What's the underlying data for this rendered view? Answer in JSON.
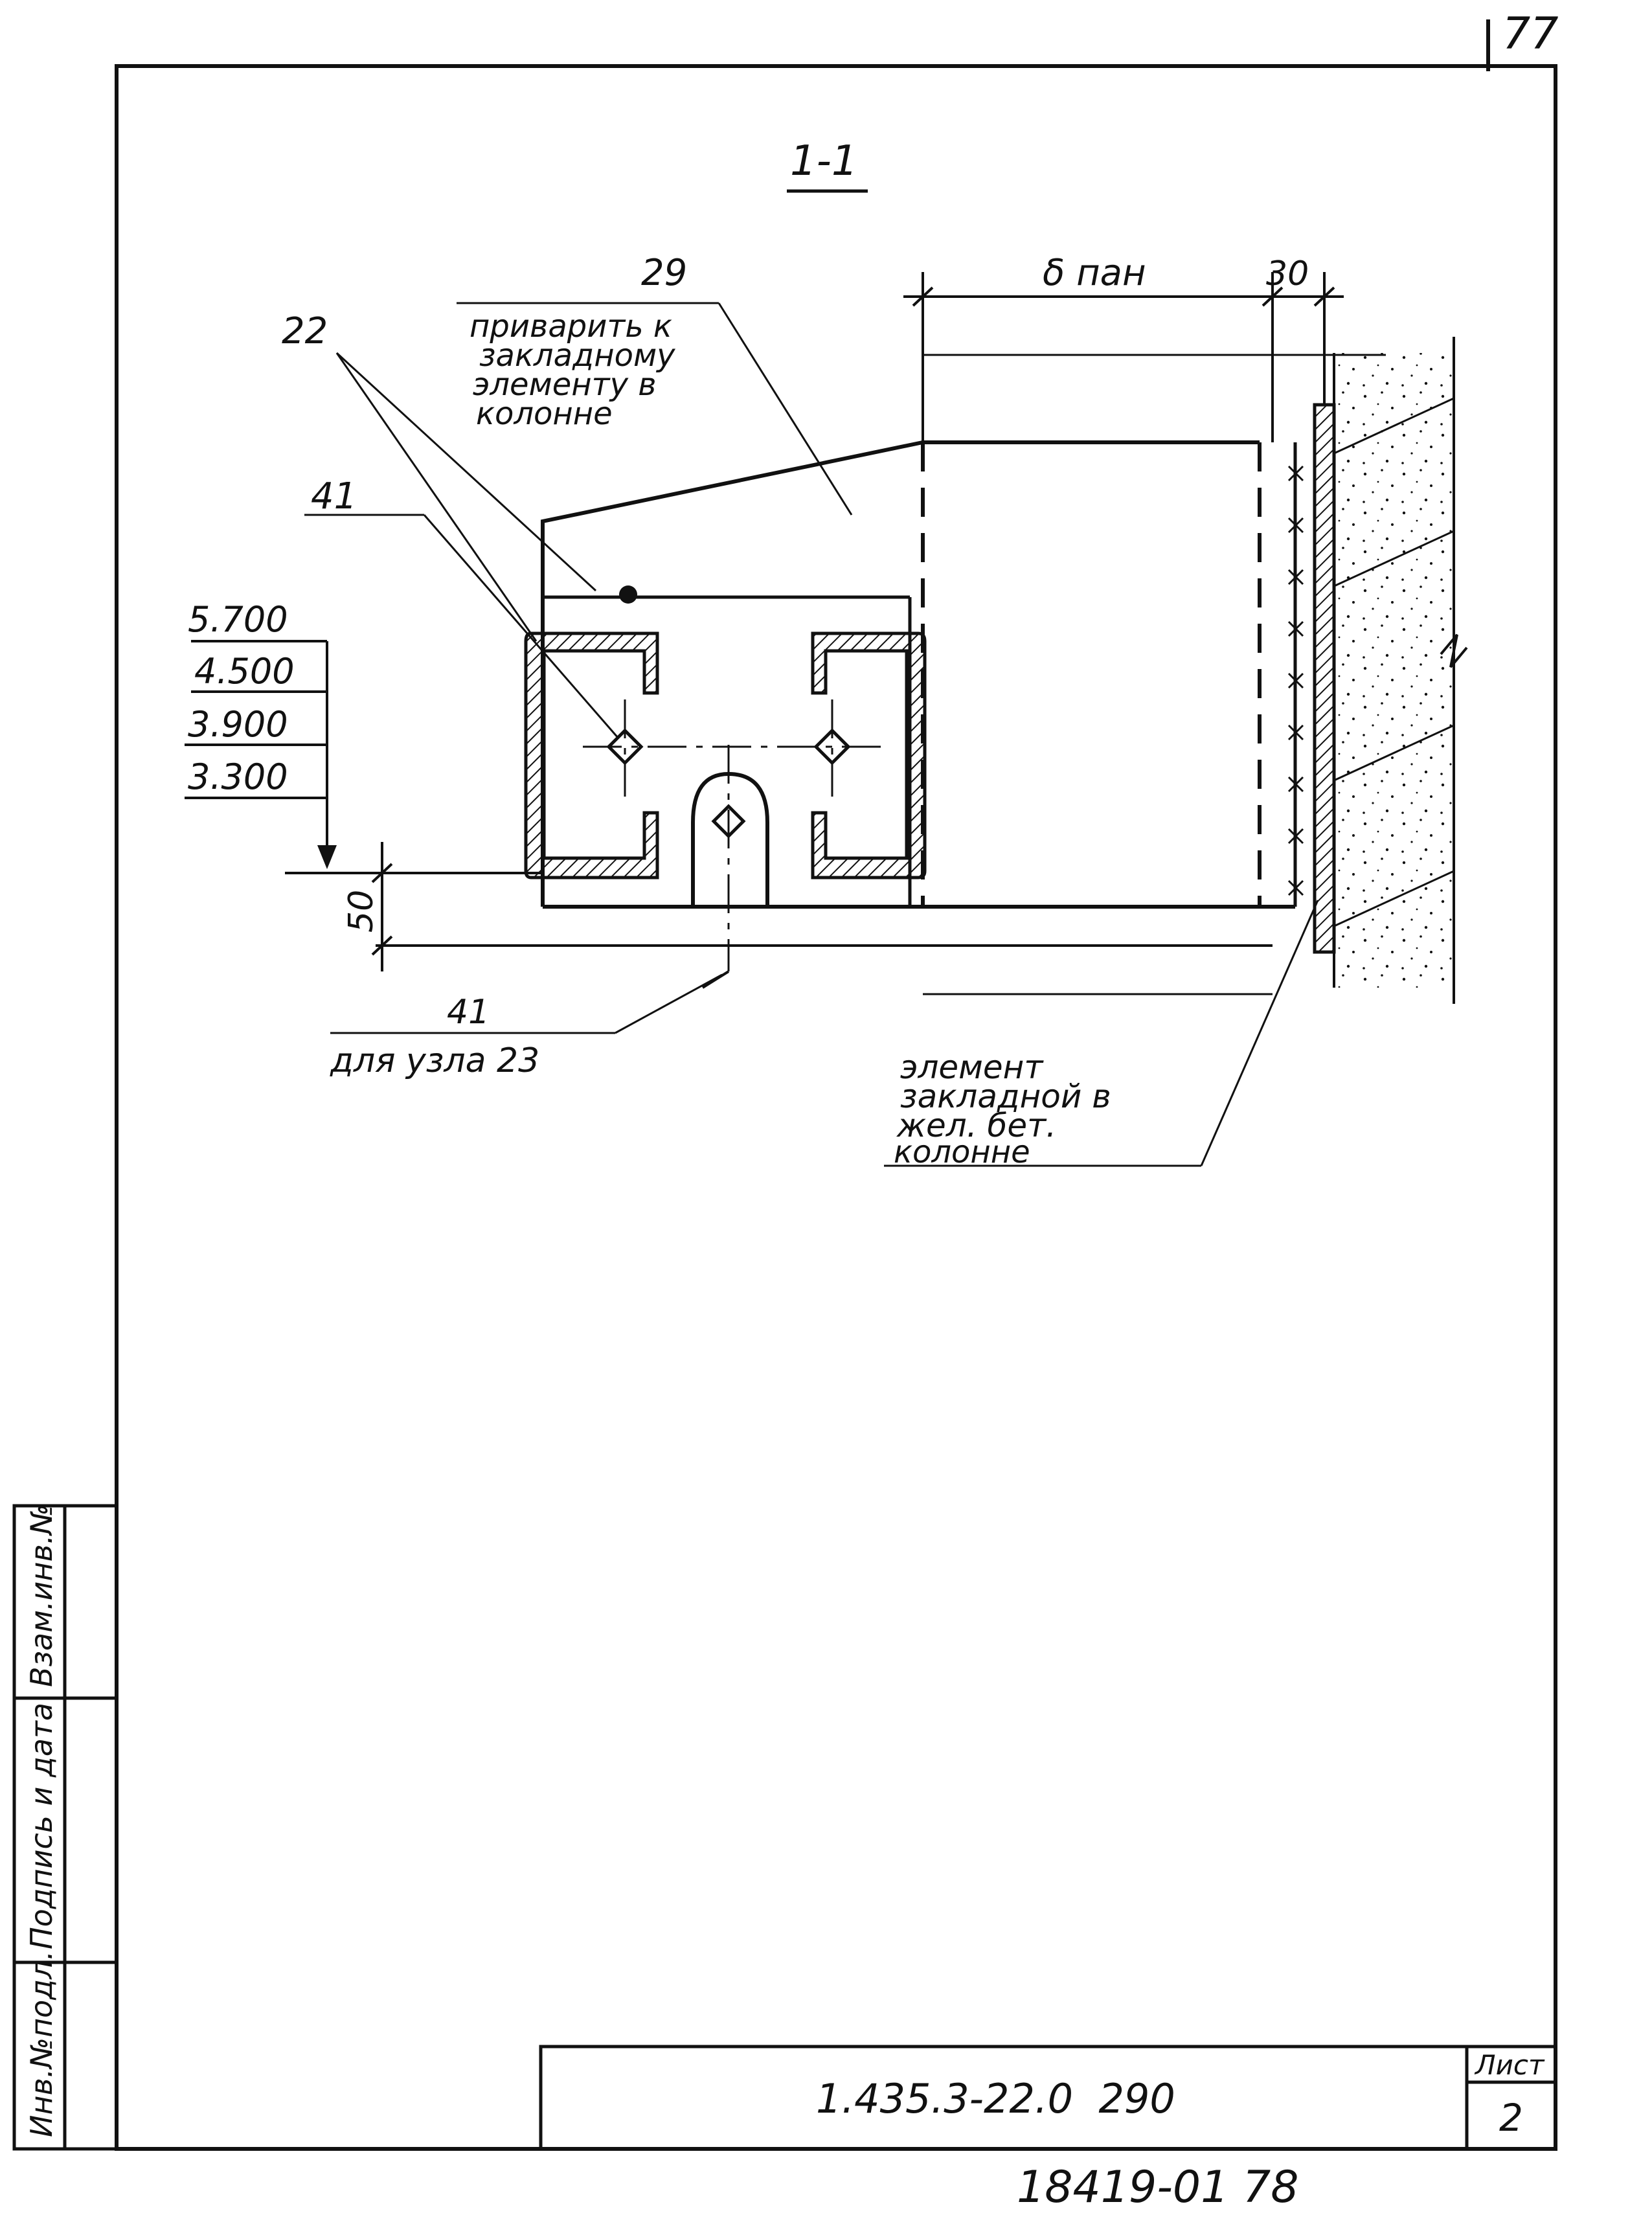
{
  "page_number": "77",
  "section_label": "1-1",
  "callouts": {
    "c29": "29",
    "c22": "22",
    "c41_top": "41",
    "c41_bottom": "41",
    "weld_note": [
      "приварить к",
      "закладному",
      "элементу в",
      "колонне"
    ],
    "node_note": "для узла 23",
    "embed_note": [
      "элемент",
      "закладной в",
      "жел. бет.",
      "колонне"
    ]
  },
  "dimensions": {
    "panel_thickness": "δ пан",
    "gap": "30",
    "height_50": "50"
  },
  "elevations": [
    "5.700",
    "4.500",
    "3.900",
    "3.300"
  ],
  "stamp": {
    "side_labels": [
      "Инв.№подл.",
      "Подпись и дата",
      "Взам.инв.№"
    ],
    "doc_code": "1.435.3-22.0  290",
    "sheet_label": "Лист",
    "sheet_number": "2"
  },
  "archive_number": "18419-01 78",
  "colors": {
    "ink": "#111111",
    "paper": "#ffffff"
  }
}
